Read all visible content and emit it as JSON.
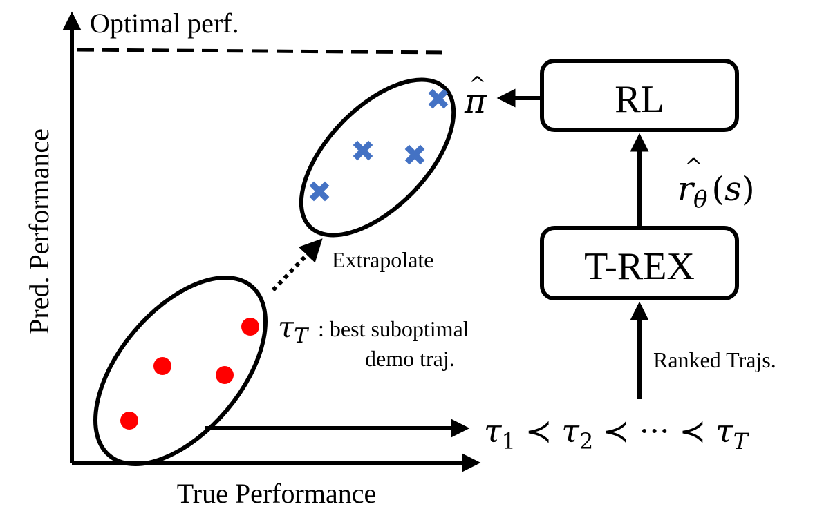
{
  "labels": {
    "optimal_perf": "Optimal perf.",
    "y_axis": "Pred. Performance",
    "x_axis": "True Performance",
    "extrapolate": "Extrapolate",
    "best_suboptimal_line1": ": best suboptimal",
    "best_suboptimal_line2": "demo traj.",
    "ranked_trajs": "Ranked Trajs."
  },
  "boxes": {
    "rl": "RL",
    "trex": "T-REX"
  },
  "math": {
    "tau": "τ",
    "tau_sub_T": "T",
    "pi": "π",
    "hat": "^",
    "r": "r",
    "theta": "θ",
    "open_paren": "(",
    "s": "s",
    "close_paren": ")",
    "ranking": {
      "terms": [
        {
          "base": "τ",
          "sub": "1"
        },
        {
          "base": "τ",
          "sub": "2"
        },
        {
          "base": "τ",
          "sub": "T"
        }
      ],
      "prec": "≺",
      "ellipsis": "···"
    }
  },
  "colors": {
    "demo_points": "#ff0000",
    "extrapolated_points": "#4472c4",
    "stroke": "#000000"
  },
  "icons": {
    "demo_point": "red-dot",
    "extrapolated_point": "blue-x-marker"
  }
}
